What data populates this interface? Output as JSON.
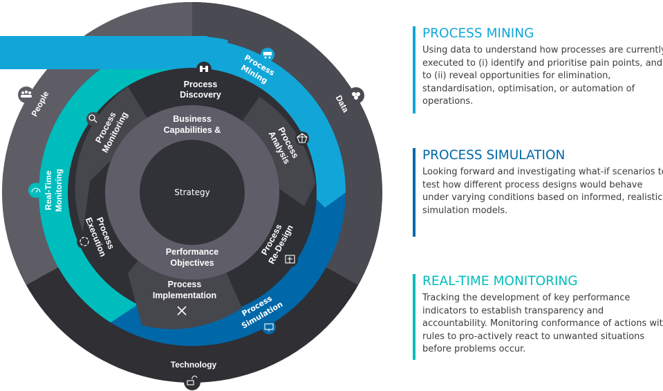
{
  "colors": {
    "mining": "#12a6d8",
    "simulation": "#0068a8",
    "monitoring": "#00bdbd",
    "outer_light": "#5e5d66",
    "outer_dark": "#2f2f34",
    "middle_dark": "#2f3035",
    "middle_mid": "#46464d",
    "inner_ring": "#5f5e68",
    "core": "#313237"
  },
  "diagram": {
    "center": "Strategy",
    "inner_top": "Business Capabilities &",
    "inner_top_lines": [
      "Business",
      "Capabilities &"
    ],
    "inner_bottom_lines": [
      "Performance",
      "Objectives"
    ],
    "lifecycle": [
      {
        "id": "discovery",
        "lines": [
          "Process",
          "Discovery"
        ],
        "icon": "binoculars-icon"
      },
      {
        "id": "analysis",
        "lines": [
          "Process",
          "Analysis"
        ],
        "icon": "radar-chart-icon"
      },
      {
        "id": "redesign",
        "lines": [
          "Process",
          "Re-Design"
        ],
        "icon": "blueprint-icon"
      },
      {
        "id": "implementation",
        "lines": [
          "Process",
          "Implementation"
        ],
        "icon": "tools-icon"
      },
      {
        "id": "execution",
        "lines": [
          "Process",
          "Execution"
        ],
        "icon": "cycle-icon"
      },
      {
        "id": "monitoring",
        "lines": [
          "Process",
          "Monitoring"
        ],
        "icon": "magnifier-pulse-icon"
      }
    ],
    "capabilities": [
      {
        "id": "mining",
        "lines": [
          "Process",
          "Mining"
        ],
        "icon": "mine-cart-icon"
      },
      {
        "id": "simulation",
        "lines": [
          "Process",
          "Simulation"
        ],
        "icon": "monitor-simulation-icon"
      },
      {
        "id": "rtm",
        "lines": [
          "Real-Time",
          "Monitoring"
        ],
        "icon": "gauge-icon"
      }
    ],
    "enablers": [
      {
        "id": "people",
        "label": "People",
        "icon": "people-icon"
      },
      {
        "id": "data",
        "label": "Data",
        "icon": "data-icon"
      },
      {
        "id": "technology",
        "label": "Technology",
        "icon": "cloud-computer-icon"
      }
    ]
  },
  "panels": [
    {
      "id": "mining",
      "title": "PROCESS MINING",
      "color": "#12a6d8",
      "text": "Using data to understand how processes are currently executed to (i) identify and prioritise pain points, and to (ii) reveal opportunities for elimination, standardisation, optimisation, or automation of operations."
    },
    {
      "id": "simulation",
      "title": "PROCESS SIMULATION",
      "color": "#0068a8",
      "text": "Looking forward and investigating what-if scenarios to test how different process designs would behave under varying conditions based on informed, realistic simulation models."
    },
    {
      "id": "rtm",
      "title": "REAL-TIME MONITORING",
      "color": "#00bdbd",
      "text": "Tracking the development of key performance indicators to establish transparency and accountability. Monitoring conformance of actions with rules to pro-actively react to unwanted situations before problems occur."
    }
  ]
}
